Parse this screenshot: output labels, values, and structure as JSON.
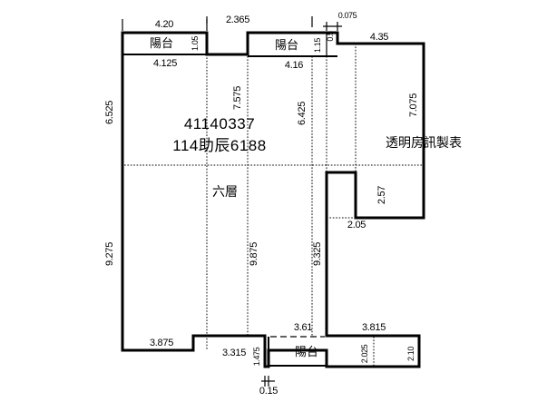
{
  "drawing": {
    "title_id": "41140337",
    "case_no": "114助辰6188",
    "producer": "透明房訊製表",
    "floor_label": "六層",
    "balcony_label_1": "陽台",
    "balcony_label_2": "陽台",
    "balcony_label_3": "陽台"
  },
  "dimensions": {
    "top_balcony_left_width": "4.20",
    "top_gap": "2.365",
    "top_small_right": "0.075",
    "top_right_width": "4.35",
    "balcony_left_depth": "1.05",
    "balcony_right_depth": "1.15",
    "balcony_right_small": "0.5",
    "room_left_top_width": "4.125",
    "room_mid_top_width": "4.16",
    "left_upper_height": "6.525",
    "left_lower_height": "9.275",
    "mid_upper_height": "7.575",
    "mid_right_upper_height": "6.425",
    "right_height": "7.075",
    "mid_lower_height": "9.875",
    "mid_right_lower_height": "9.325",
    "step_right_height": "2.57",
    "step_right_width": "2.05",
    "bottom_left_width": "3.875",
    "bottom_mid_width": "3.315",
    "bottom_notch_height": "1.475",
    "bottom_notch_width": "0.15",
    "bottom_balcony_top_width": "3.61",
    "bottom_balcony_depth": "2.025",
    "bottom_right_width": "3.815",
    "bottom_right_depth": "2.10"
  },
  "colors": {
    "line": "#000000",
    "background": "#ffffff",
    "text": "#000000"
  }
}
